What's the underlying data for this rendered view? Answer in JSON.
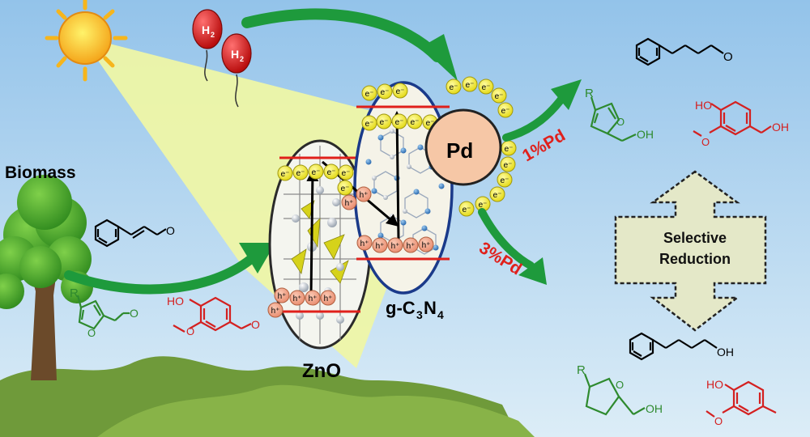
{
  "labels": {
    "biomass": "Biomass",
    "zno": "ZnO",
    "gcn_main": "g-C",
    "gcn_sub1": "3",
    "gcn_mid": "N",
    "gcn_sub2": "4",
    "pd": "Pd",
    "pd1": "1%Pd",
    "pd3": "3%Pd",
    "selective_line1": "Selective",
    "selective_line2": "Reduction"
  },
  "balloons": [
    {
      "text": "H",
      "sub": "2"
    },
    {
      "text": "H",
      "sub": "2"
    }
  ],
  "charges": {
    "electron": "e⁻",
    "hole": "h⁺"
  },
  "molecule_labels": {
    "oh": "OH",
    "ho": "HO",
    "r": "R",
    "o": "O"
  },
  "colors": {
    "sky_top": "#9cc8ec",
    "sky_bottom": "#d9ecf7",
    "light_beam": "#eef5a6",
    "arrow_green": "#1e9a3c",
    "pd_fill": "#f6c7a6",
    "electron_fill": "#f3ef3a",
    "hole_fill": "#f2a486",
    "red_text": "#e0201b",
    "green_mol": "#2e8a2e",
    "red_mol": "#d42020",
    "reduction_box": "#e4e8c8"
  }
}
